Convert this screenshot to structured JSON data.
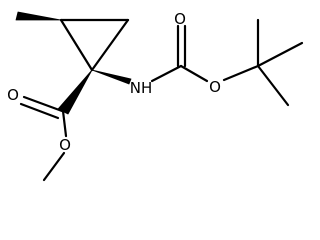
{
  "molecule": {
    "atoms": {
      "o_carbonyl_ester": "O",
      "o_ester": "O",
      "nh": "NH",
      "o_carbonyl_boc": "O",
      "o_boc": "O"
    }
  }
}
